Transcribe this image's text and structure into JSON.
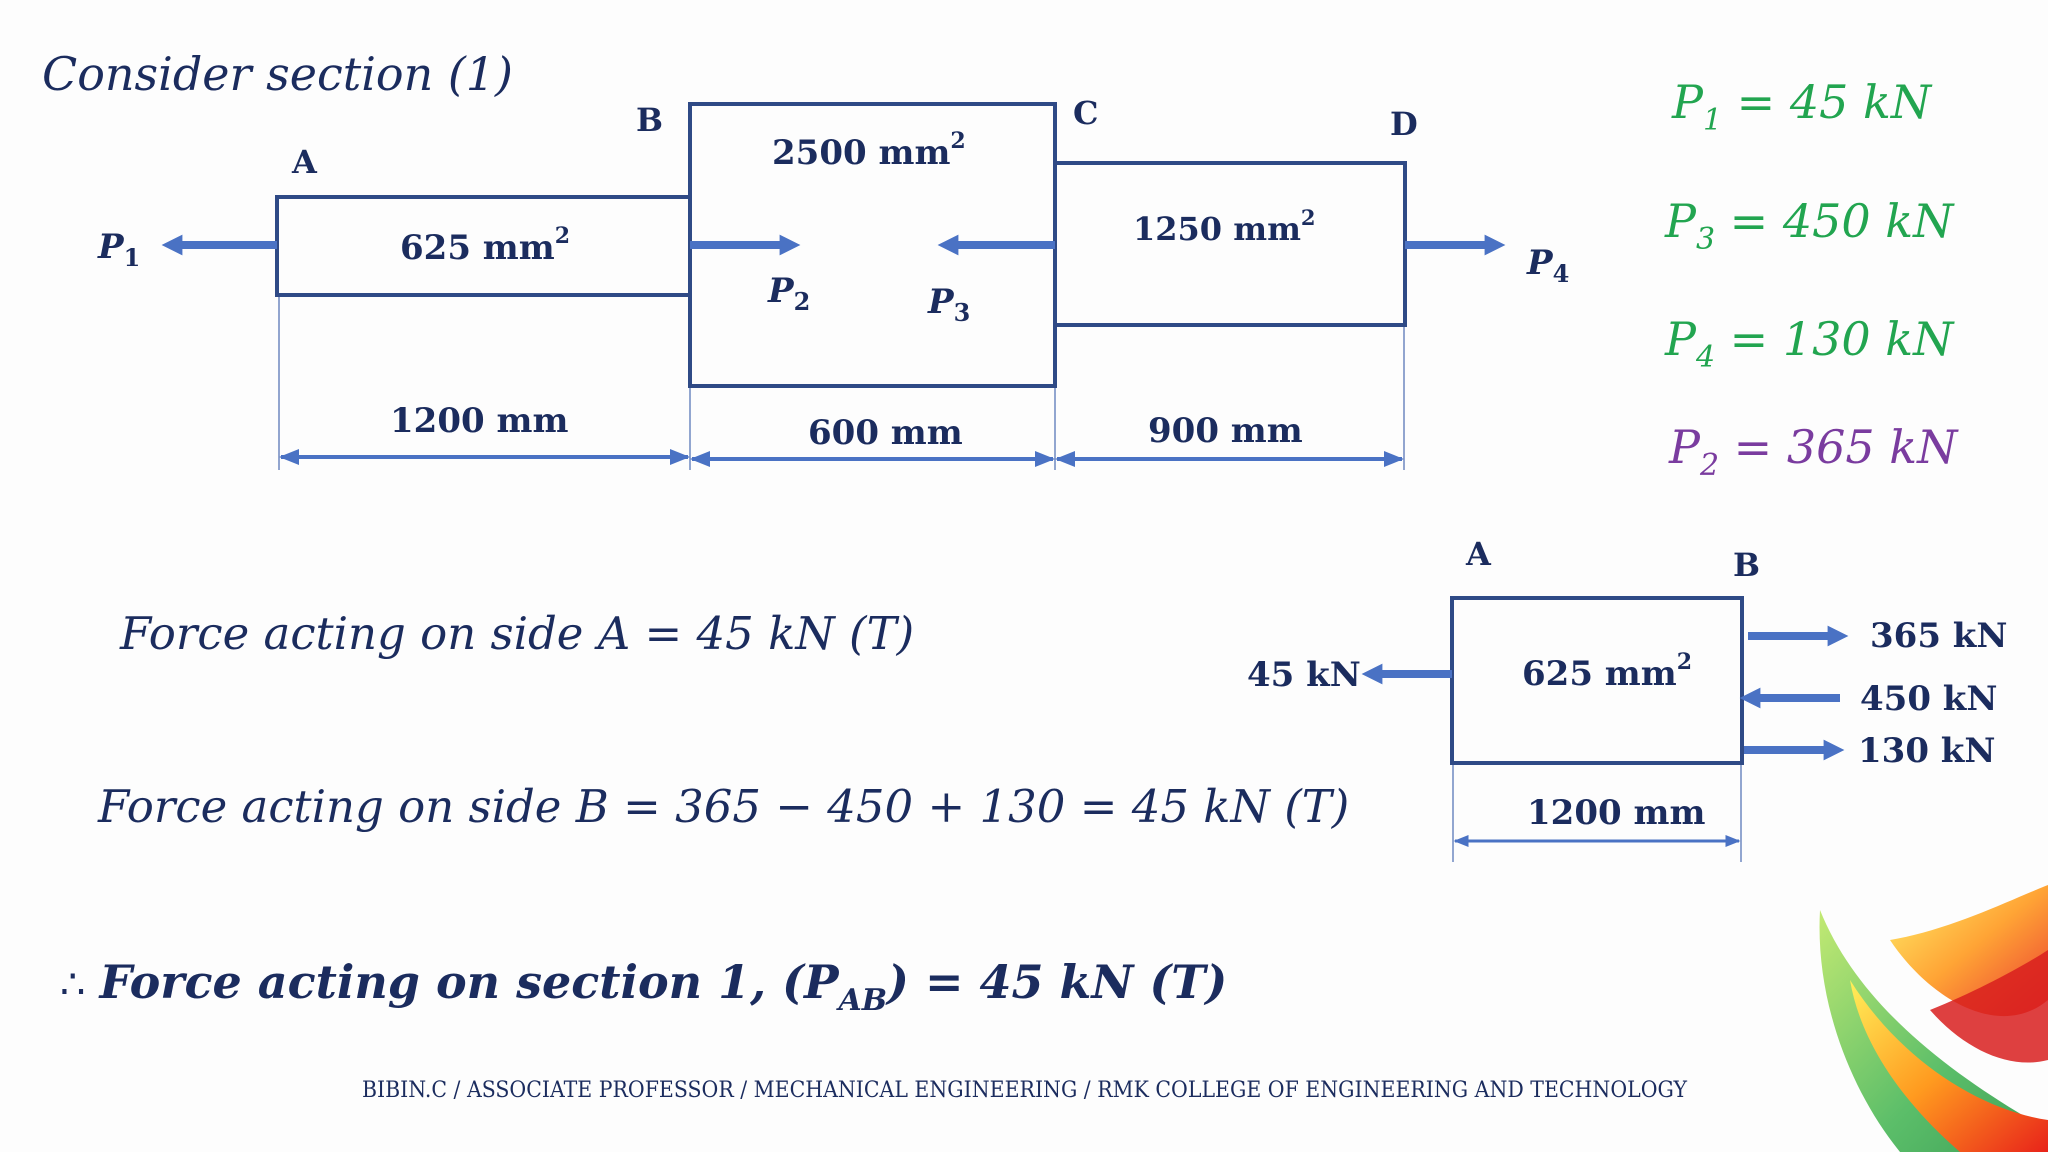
{
  "heading": "Consider section (1)",
  "colors": {
    "navy": "#1b2c5e",
    "bar_stroke": "#2f4a86",
    "arrow_blue": "#4a72c4",
    "given_green": "#22a550",
    "given_purple": "#7a3c9f"
  },
  "main_diagram": {
    "points": [
      "A",
      "B",
      "C",
      "D"
    ],
    "areas": [
      "625 mm",
      "2500 mm",
      "1250 mm"
    ],
    "area_exponent": "2",
    "lengths": [
      "1200 mm",
      "600 mm",
      "900 mm"
    ],
    "loads": [
      {
        "base": "P",
        "sub": "1"
      },
      {
        "base": "P",
        "sub": "2"
      },
      {
        "base": "P",
        "sub": "3"
      },
      {
        "base": "P",
        "sub": "4"
      }
    ]
  },
  "given_values": [
    {
      "base": "P",
      "sub": "1",
      "rest": " = 45 kN",
      "color": "#22a550"
    },
    {
      "base": "P",
      "sub": "3",
      "rest": " = 450 kN",
      "color": "#22a550"
    },
    {
      "base": "P",
      "sub": "4",
      "rest": " = 130 kN",
      "color": "#22a550"
    },
    {
      "base": "P",
      "sub": "2",
      "rest": " = 365 kN",
      "color": "#7a3c9f"
    }
  ],
  "equations": {
    "side_a": "Force acting on side A = 45 kN (T)",
    "side_b": "Force acting on side B = 365 − 450 + 130 =  45 kN (T)",
    "conclusion_symbol": "∴",
    "conclusion_main": "Force acting on section 1, (P",
    "conclusion_sub": "AB",
    "conclusion_end": ") = 45 kN (T)"
  },
  "free_body": {
    "left": "A",
    "right": "B",
    "area": "625 mm",
    "area_exponent": "2",
    "length": "1200 mm",
    "left_load": "45 kN",
    "right_loads": [
      "365 kN",
      "450 kN",
      "130 kN"
    ]
  },
  "footer": "BIBIN.C / ASSOCIATE PROFESSOR / MECHANICAL ENGINEERING / RMK COLLEGE OF ENGINEERING AND TECHNOLOGY"
}
